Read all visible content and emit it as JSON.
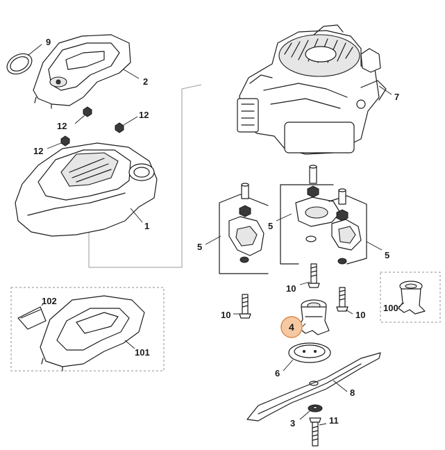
{
  "callouts": {
    "c9": "9",
    "c2": "2",
    "c12a": "12",
    "c12b": "12",
    "c12c": "12",
    "c1": "1",
    "c7": "7",
    "c5a": "5",
    "c5b": "5",
    "c5c": "5",
    "c10a": "10",
    "c10b": "10",
    "c10c": "10",
    "c100": "100",
    "c102": "102",
    "c101": "101",
    "c4": "4",
    "c6": "6",
    "c8": "8",
    "c3": "3",
    "c11": "11"
  },
  "highlight": {
    "part": "4",
    "fill": "#f6c9a3",
    "stroke": "#d98a4e"
  }
}
